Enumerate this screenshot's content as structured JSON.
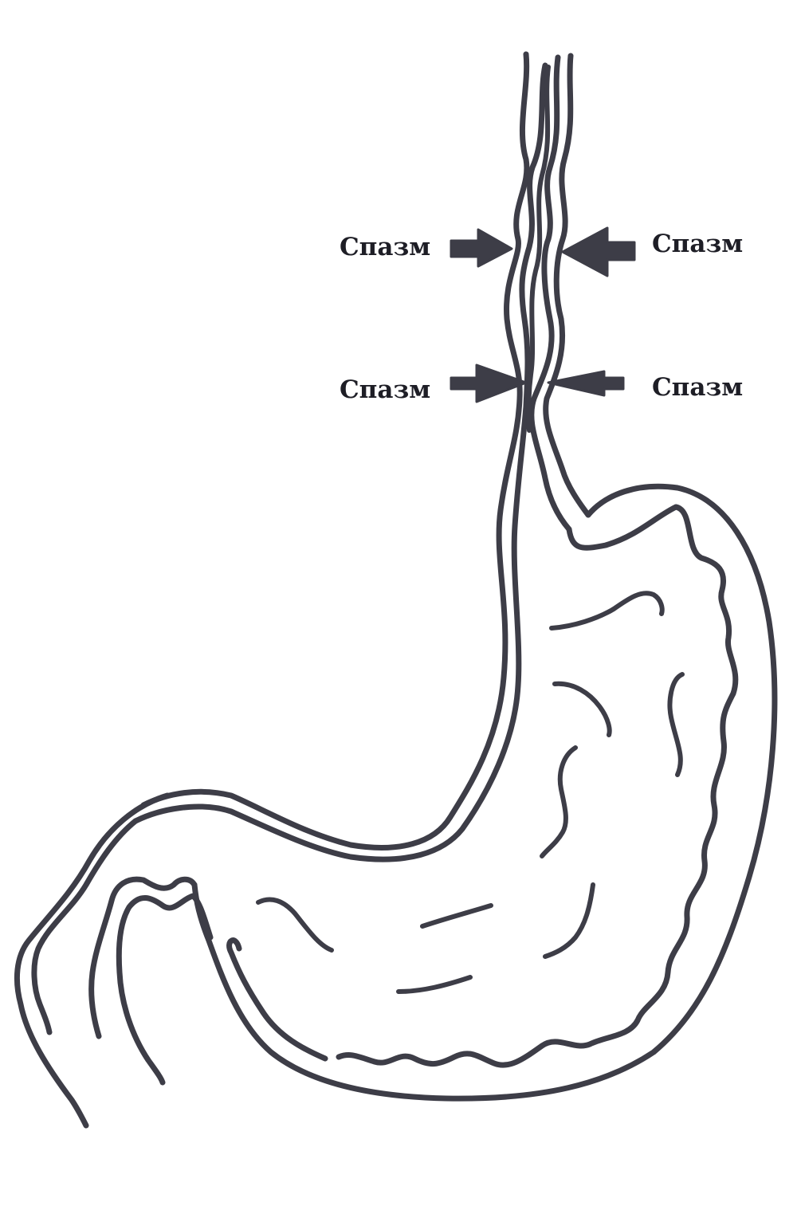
{
  "diagram": {
    "colors": {
      "ink": "#3d3d47",
      "label": "#1e1e26",
      "background": "#ffffff"
    },
    "labels": {
      "upper_left": "Спазм",
      "upper_right": "Спазм",
      "lower_left": "Спазм",
      "lower_right": "Спазм"
    }
  }
}
